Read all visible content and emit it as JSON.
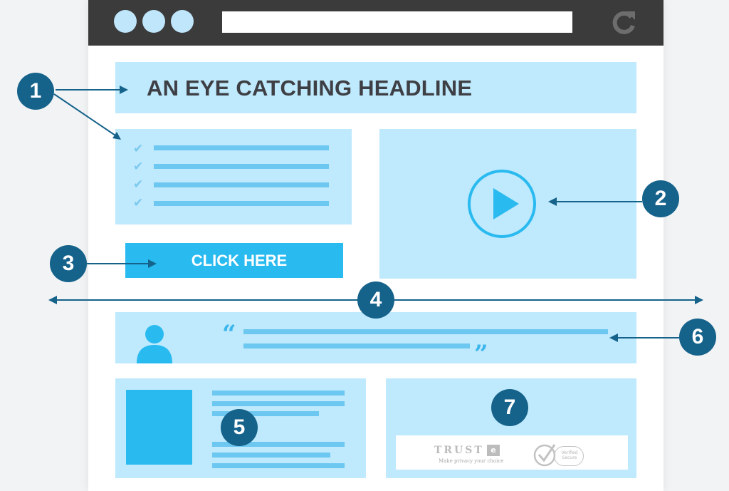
{
  "colors": {
    "panel": "#bfe9fc",
    "accent": "#29baf0",
    "bar": "#6cc7f1",
    "badge": "#15628a",
    "frame": "#3b3b3b"
  },
  "browser": {
    "controls": [
      "window-dot",
      "window-dot",
      "window-dot"
    ],
    "reload_icon": "reload-icon"
  },
  "headline": {
    "text": "AN EYE CATCHING HEADLINE"
  },
  "cta": {
    "label": "CLICK HERE"
  },
  "video": {
    "icon": "play-icon"
  },
  "testimonial": {
    "icon": "person-icon",
    "open_quote": "“",
    "close_quote": "”"
  },
  "trust": {
    "logo_word": "TRUST",
    "logo_mark": "e",
    "tagline": "Make privacy your choice",
    "verified": "Verified Secure"
  },
  "badges": [
    "1",
    "2",
    "3",
    "4",
    "5",
    "6",
    "7"
  ]
}
